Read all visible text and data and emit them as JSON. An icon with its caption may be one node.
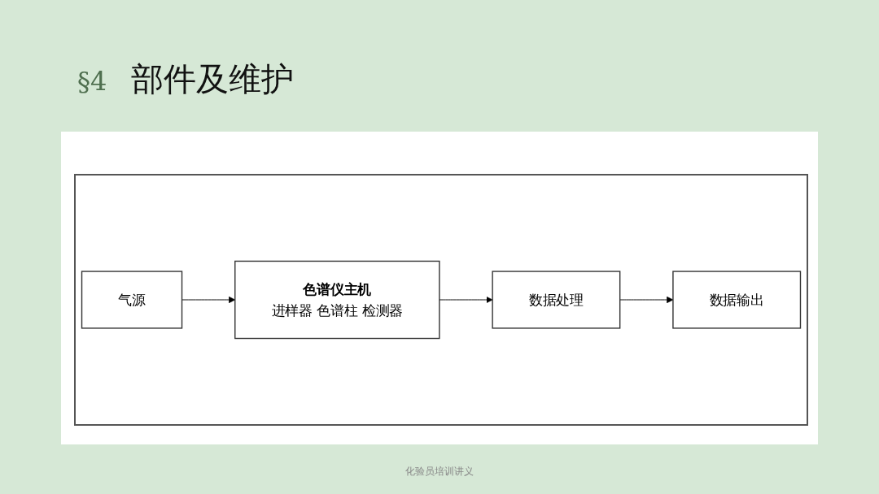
{
  "diagram": {
    "title": "部件及维护",
    "caption": "化验员培训讲义",
    "labels": [
      "§4"
    ],
    "nodes": [
      {
        "text": [
          "气源"
        ]
      },
      {
        "text": [
          "色谱仪主机",
          "进样器 色谱柱 检测器"
        ]
      },
      {
        "text": [
          "数据处理"
        ]
      },
      {
        "text": [
          "数据输出"
        ]
      }
    ],
    "edges": [
      {
        "from": 0,
        "to": 1,
        "arrow": "to"
      },
      {
        "from": 1,
        "to": 2,
        "arrow": "to"
      },
      {
        "from": 2,
        "to": 3,
        "arrow": "to"
      }
    ]
  }
}
